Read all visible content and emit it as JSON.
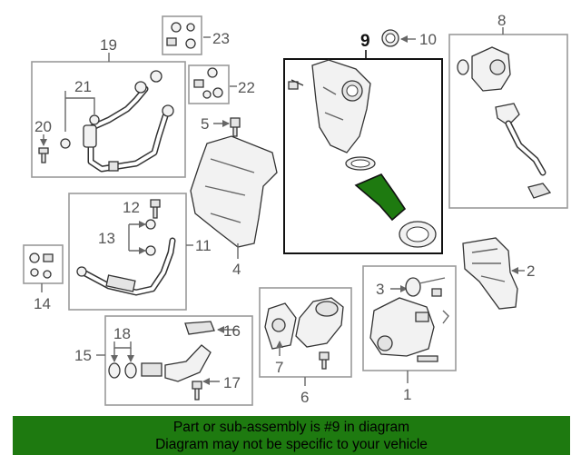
{
  "diagram": {
    "callouts": [
      "1",
      "2",
      "3",
      "4",
      "5",
      "6",
      "7",
      "8",
      "9",
      "10",
      "11",
      "12",
      "13",
      "14",
      "15",
      "16",
      "17",
      "18",
      "19",
      "20",
      "21",
      "22",
      "23"
    ],
    "highlighted_callout": "9",
    "highlight_color": "#1e7a10"
  },
  "banner": {
    "line1": "Part or sub-assembly is #9 in diagram",
    "line2": "Diagram may not be specific to your vehicle",
    "background": "#1e7a10"
  }
}
